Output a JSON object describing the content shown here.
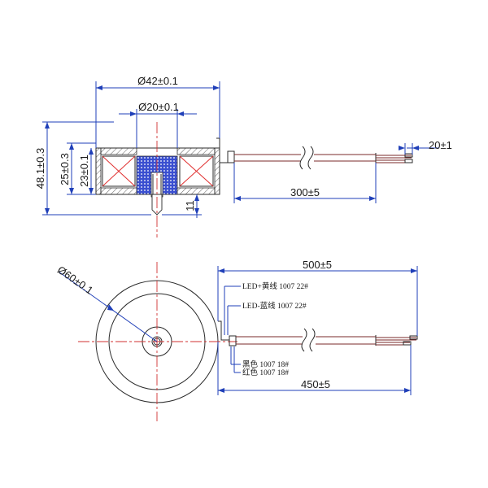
{
  "dimensions": {
    "d42": "Ø42±0.1",
    "d20": "Ø20±0.1",
    "h48": "48.1±0.3",
    "h25": "25±0.3",
    "h23": "23±0.1",
    "h11": "11",
    "w20": "20±1",
    "len300": "300±5",
    "d60": "Ø60±0.1",
    "len500": "500±5",
    "len450": "450±5"
  },
  "wire_labels": {
    "led_yellow": "LED+黄线  1007  22#",
    "led_blue": "LED-蓝线  1007  22#",
    "black": "黑色  1007  18#",
    "red": "红色  1007  18#"
  },
  "colors": {
    "outline": "#2b2b2b",
    "dimension_line": "#1f3fb8",
    "center_line": "#d03030",
    "core_fill": "#3a4fd0",
    "coil_cross": "#e03030"
  }
}
